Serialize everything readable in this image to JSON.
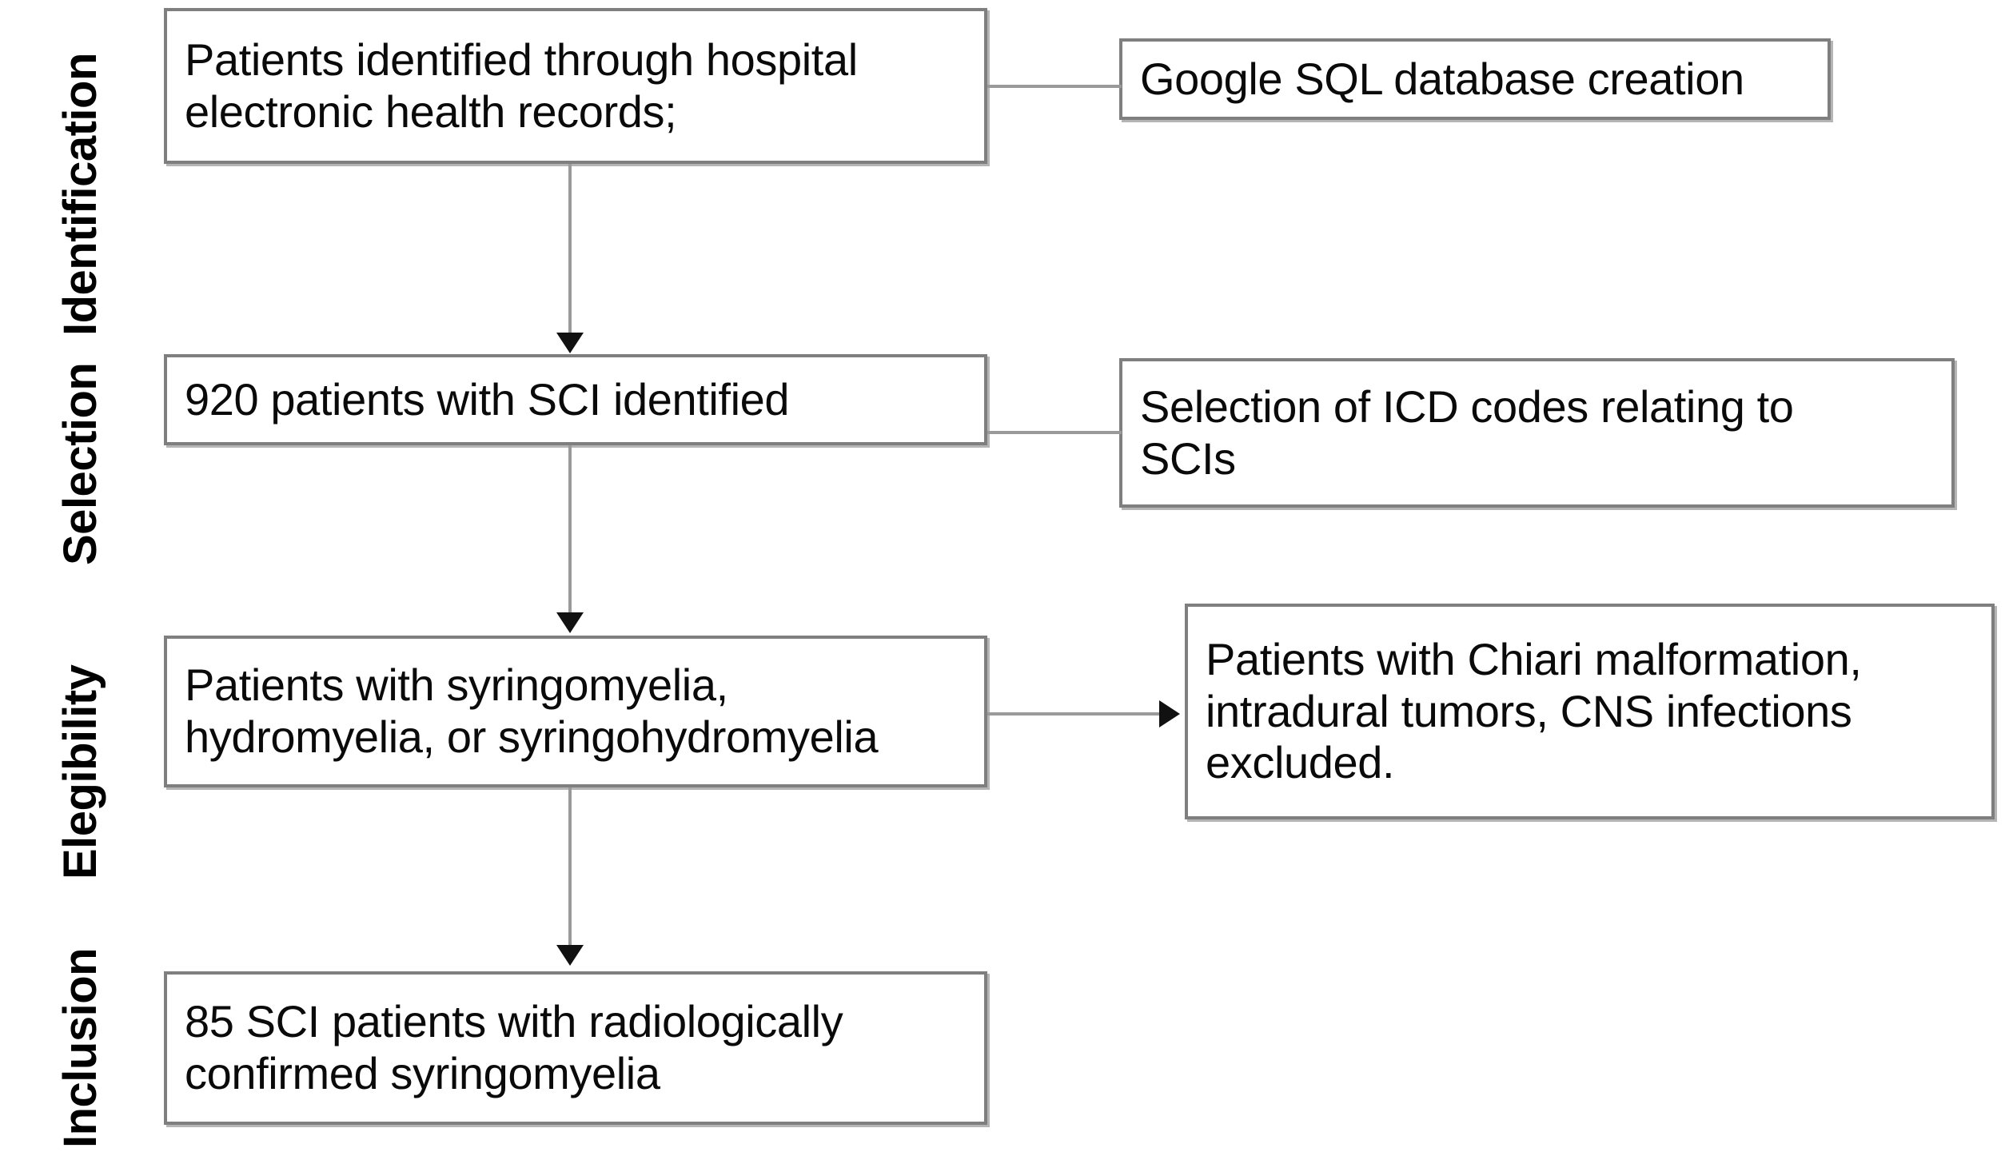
{
  "figure": {
    "type": "flowchart",
    "orientation": "vertical",
    "background_color": "#ffffff",
    "box_border_color": "#7f7f7f",
    "connector_color": "#9a9a9a",
    "arrowhead_color": "#111111",
    "text_color": "#0a0a0a"
  },
  "stages": [
    {
      "id": "identification",
      "label": "Identification"
    },
    {
      "id": "selection",
      "label": "Selection"
    },
    {
      "id": "elegibility",
      "label": "Elegibility"
    },
    {
      "id": "inclusion",
      "label": "Inclusion"
    }
  ],
  "main_nodes": [
    {
      "id": "node-identified",
      "stage": "identification",
      "line1": "Patients identified through hospital",
      "line2": "electronic health records;"
    },
    {
      "id": "node-920-sci",
      "stage": "selection",
      "line1": "920 patients with SCI identified",
      "line2": ""
    },
    {
      "id": "node-syringomyelia",
      "stage": "elegibility",
      "line1": "Patients with syringomyelia,",
      "line2": "hydromyelia, or syringohydromyelia"
    },
    {
      "id": "node-85-included",
      "stage": "inclusion",
      "line1": "85 SCI patients with radiologically",
      "line2": "confirmed syringomyelia"
    }
  ],
  "side_nodes": [
    {
      "id": "side-google-sql",
      "stage": "identification",
      "connector": "plain-line",
      "line1": "Google SQL database creation",
      "line2": "",
      "line3": ""
    },
    {
      "id": "side-icd-codes",
      "stage": "selection",
      "connector": "plain-line",
      "line1": "Selection of ICD codes relating to",
      "line2": "SCIs",
      "line3": ""
    },
    {
      "id": "side-exclusions",
      "stage": "elegibility",
      "connector": "arrow",
      "line1": "Patients with Chiari malformation,",
      "line2": "intradural tumors, CNS infections",
      "line3": "excluded."
    }
  ],
  "counts": {
    "identified_with_sci": "920",
    "included_with_syringomyelia": "85"
  }
}
